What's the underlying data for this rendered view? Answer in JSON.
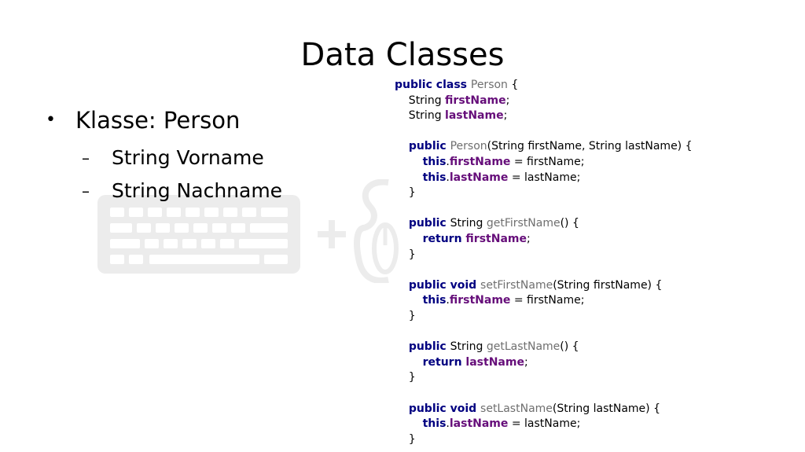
{
  "slide": {
    "title": "Data Classes",
    "bullet": "Klasse: Person",
    "bullet_marker": "•",
    "sub_marker": "–",
    "sub_bullets": [
      "String Vorname",
      "String Nachname"
    ]
  },
  "watermark": {
    "icon": "keyboard-mouse-icon",
    "color": "#ececec"
  },
  "code": {
    "colors": {
      "keyword": "#000080",
      "field": "#660e7a",
      "name": "#6f6f6f",
      "text": "#000000"
    },
    "lines": [
      [
        [
          "kw",
          "public class "
        ],
        [
          "nm",
          "Person"
        ],
        [
          "t",
          " {"
        ]
      ],
      [
        [
          "t",
          "    String "
        ],
        [
          "fld",
          "firstName"
        ],
        [
          "t",
          ";"
        ]
      ],
      [
        [
          "t",
          "    String "
        ],
        [
          "fld",
          "lastName"
        ],
        [
          "t",
          ";"
        ]
      ],
      [],
      [
        [
          "t",
          "    "
        ],
        [
          "kw",
          "public "
        ],
        [
          "nm",
          "Person"
        ],
        [
          "t",
          "(String firstName, String lastName) {"
        ]
      ],
      [
        [
          "t",
          "        "
        ],
        [
          "kw",
          "this"
        ],
        [
          "t",
          "."
        ],
        [
          "fld",
          "firstName"
        ],
        [
          "t",
          " = firstName;"
        ]
      ],
      [
        [
          "t",
          "        "
        ],
        [
          "kw",
          "this"
        ],
        [
          "t",
          "."
        ],
        [
          "fld",
          "lastName"
        ],
        [
          "t",
          " = lastName;"
        ]
      ],
      [
        [
          "t",
          "    }"
        ]
      ],
      [],
      [
        [
          "t",
          "    "
        ],
        [
          "kw",
          "public "
        ],
        [
          "t",
          "String "
        ],
        [
          "nm",
          "getFirstName"
        ],
        [
          "t",
          "() {"
        ]
      ],
      [
        [
          "t",
          "        "
        ],
        [
          "kw",
          "return "
        ],
        [
          "fld",
          "firstName"
        ],
        [
          "t",
          ";"
        ]
      ],
      [
        [
          "t",
          "    }"
        ]
      ],
      [],
      [
        [
          "t",
          "    "
        ],
        [
          "kw",
          "public void "
        ],
        [
          "nm",
          "setFirstName"
        ],
        [
          "t",
          "(String firstName) {"
        ]
      ],
      [
        [
          "t",
          "        "
        ],
        [
          "kw",
          "this"
        ],
        [
          "t",
          "."
        ],
        [
          "fld",
          "firstName"
        ],
        [
          "t",
          " = firstName;"
        ]
      ],
      [
        [
          "t",
          "    }"
        ]
      ],
      [],
      [
        [
          "t",
          "    "
        ],
        [
          "kw",
          "public "
        ],
        [
          "t",
          "String "
        ],
        [
          "nm",
          "getLastName"
        ],
        [
          "t",
          "() {"
        ]
      ],
      [
        [
          "t",
          "        "
        ],
        [
          "kw",
          "return "
        ],
        [
          "fld",
          "lastName"
        ],
        [
          "t",
          ";"
        ]
      ],
      [
        [
          "t",
          "    }"
        ]
      ],
      [],
      [
        [
          "t",
          "    "
        ],
        [
          "kw",
          "public void "
        ],
        [
          "nm",
          "setLastName"
        ],
        [
          "t",
          "(String lastName) {"
        ]
      ],
      [
        [
          "t",
          "        "
        ],
        [
          "kw",
          "this"
        ],
        [
          "t",
          "."
        ],
        [
          "fld",
          "lastName"
        ],
        [
          "t",
          " = lastName;"
        ]
      ],
      [
        [
          "t",
          "    }"
        ]
      ]
    ]
  }
}
